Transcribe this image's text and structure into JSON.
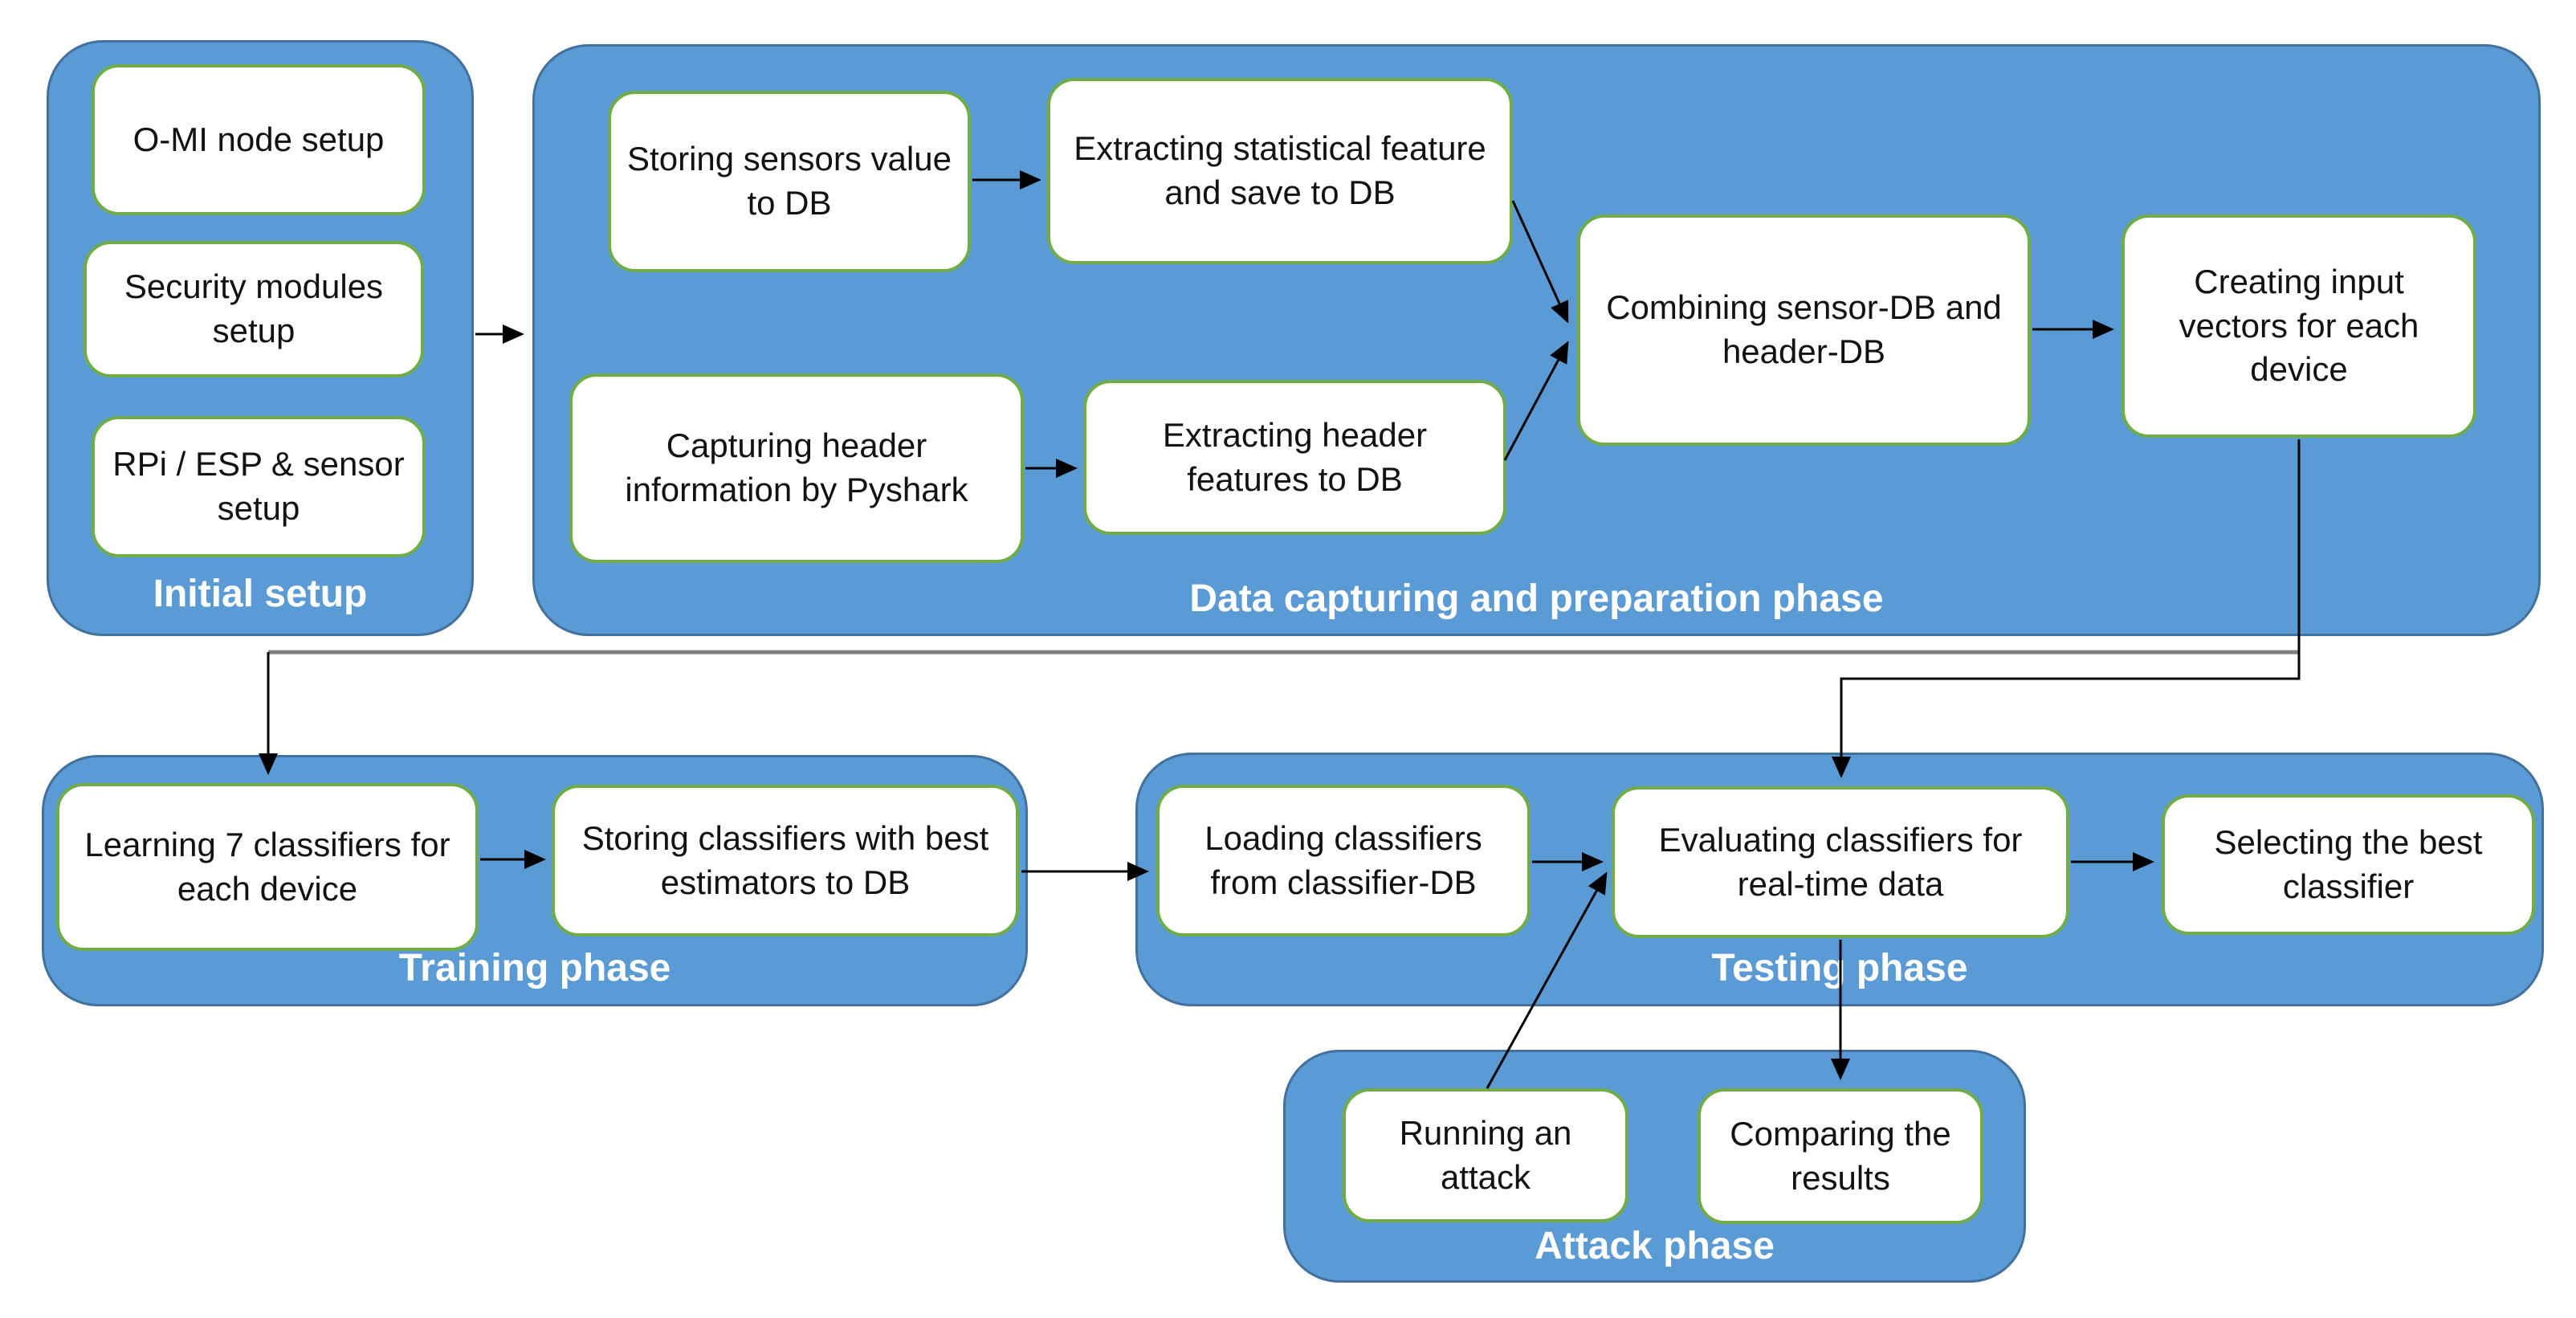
{
  "colors": {
    "phase_fill": "#5b9bd5",
    "phase_border": "#41719c",
    "node_border": "#70ad47",
    "node_fill": "#ffffff",
    "node_text": "#121212",
    "label_text": "#ffffff",
    "arrow": "#000000",
    "connector_gray": "#7f7f7f"
  },
  "phases": {
    "initial": {
      "label": "Initial setup",
      "boxes": [
        "O-MI node setup",
        "Security modules setup",
        "RPi / ESP & sensor setup"
      ]
    },
    "data_capturing": {
      "label": "Data capturing and preparation phase",
      "boxes": [
        "Storing sensors value to DB",
        "Extracting statistical feature and save to DB",
        "Capturing header information by Pyshark",
        "Extracting header features to DB",
        "Combining sensor-DB and header-DB",
        "Creating input vectors for each device"
      ]
    },
    "training": {
      "label": "Training phase",
      "boxes": [
        "Learning 7 classifiers for each device",
        "Storing classifiers with best estimators to DB"
      ]
    },
    "testing": {
      "label": "Testing phase",
      "boxes": [
        "Loading classifiers from classifier-DB",
        "Evaluating classifiers for real-time data",
        "Selecting the best classifier"
      ]
    },
    "attack": {
      "label": "Attack phase",
      "boxes": [
        "Running an attack",
        "Comparing the results"
      ]
    }
  }
}
